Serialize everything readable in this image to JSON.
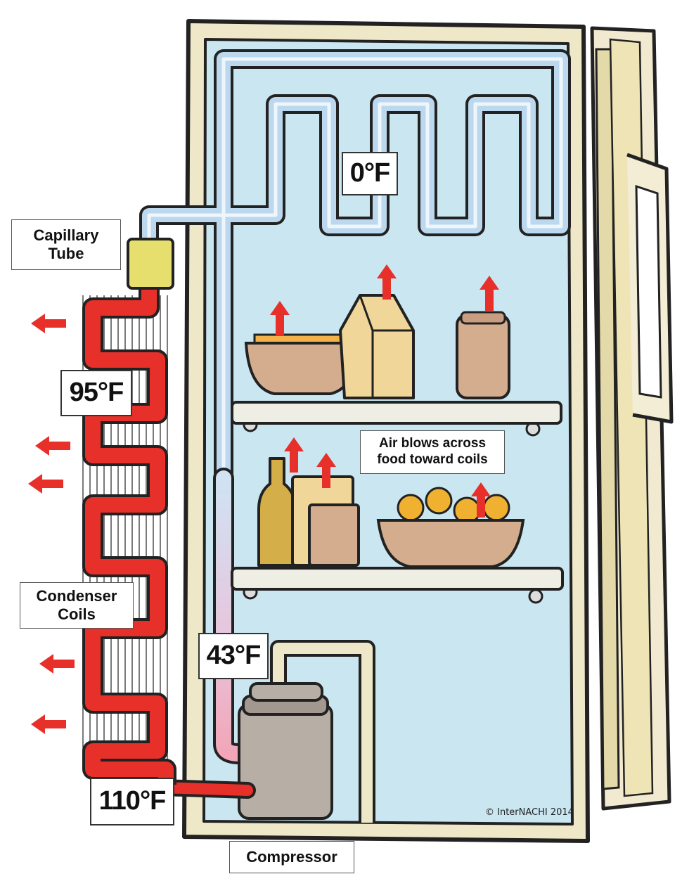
{
  "labels": {
    "capillary_tube": [
      "Capillary",
      "Tube"
    ],
    "condenser_coils": [
      "Condenser",
      "Coils"
    ],
    "air_flow": [
      "Air blows across",
      "food toward coils"
    ],
    "compressor": "Compressor"
  },
  "temperatures": {
    "evaporator": "0°F",
    "condenser_mid": "95°F",
    "suction_line": "43°F",
    "discharge": "110°F"
  },
  "copyright": "© InterNACHI 2014",
  "colors": {
    "fridge_interior": "#c9e6f1",
    "cabinet_frame": "#efe8c8",
    "evaporator_coil": "#bcd8ee",
    "condenser_coil": "#e8302a",
    "heat_arrow": "#e8302a",
    "capillary_valve": "#e6df6e",
    "compressor_body": "#b7aea6"
  }
}
